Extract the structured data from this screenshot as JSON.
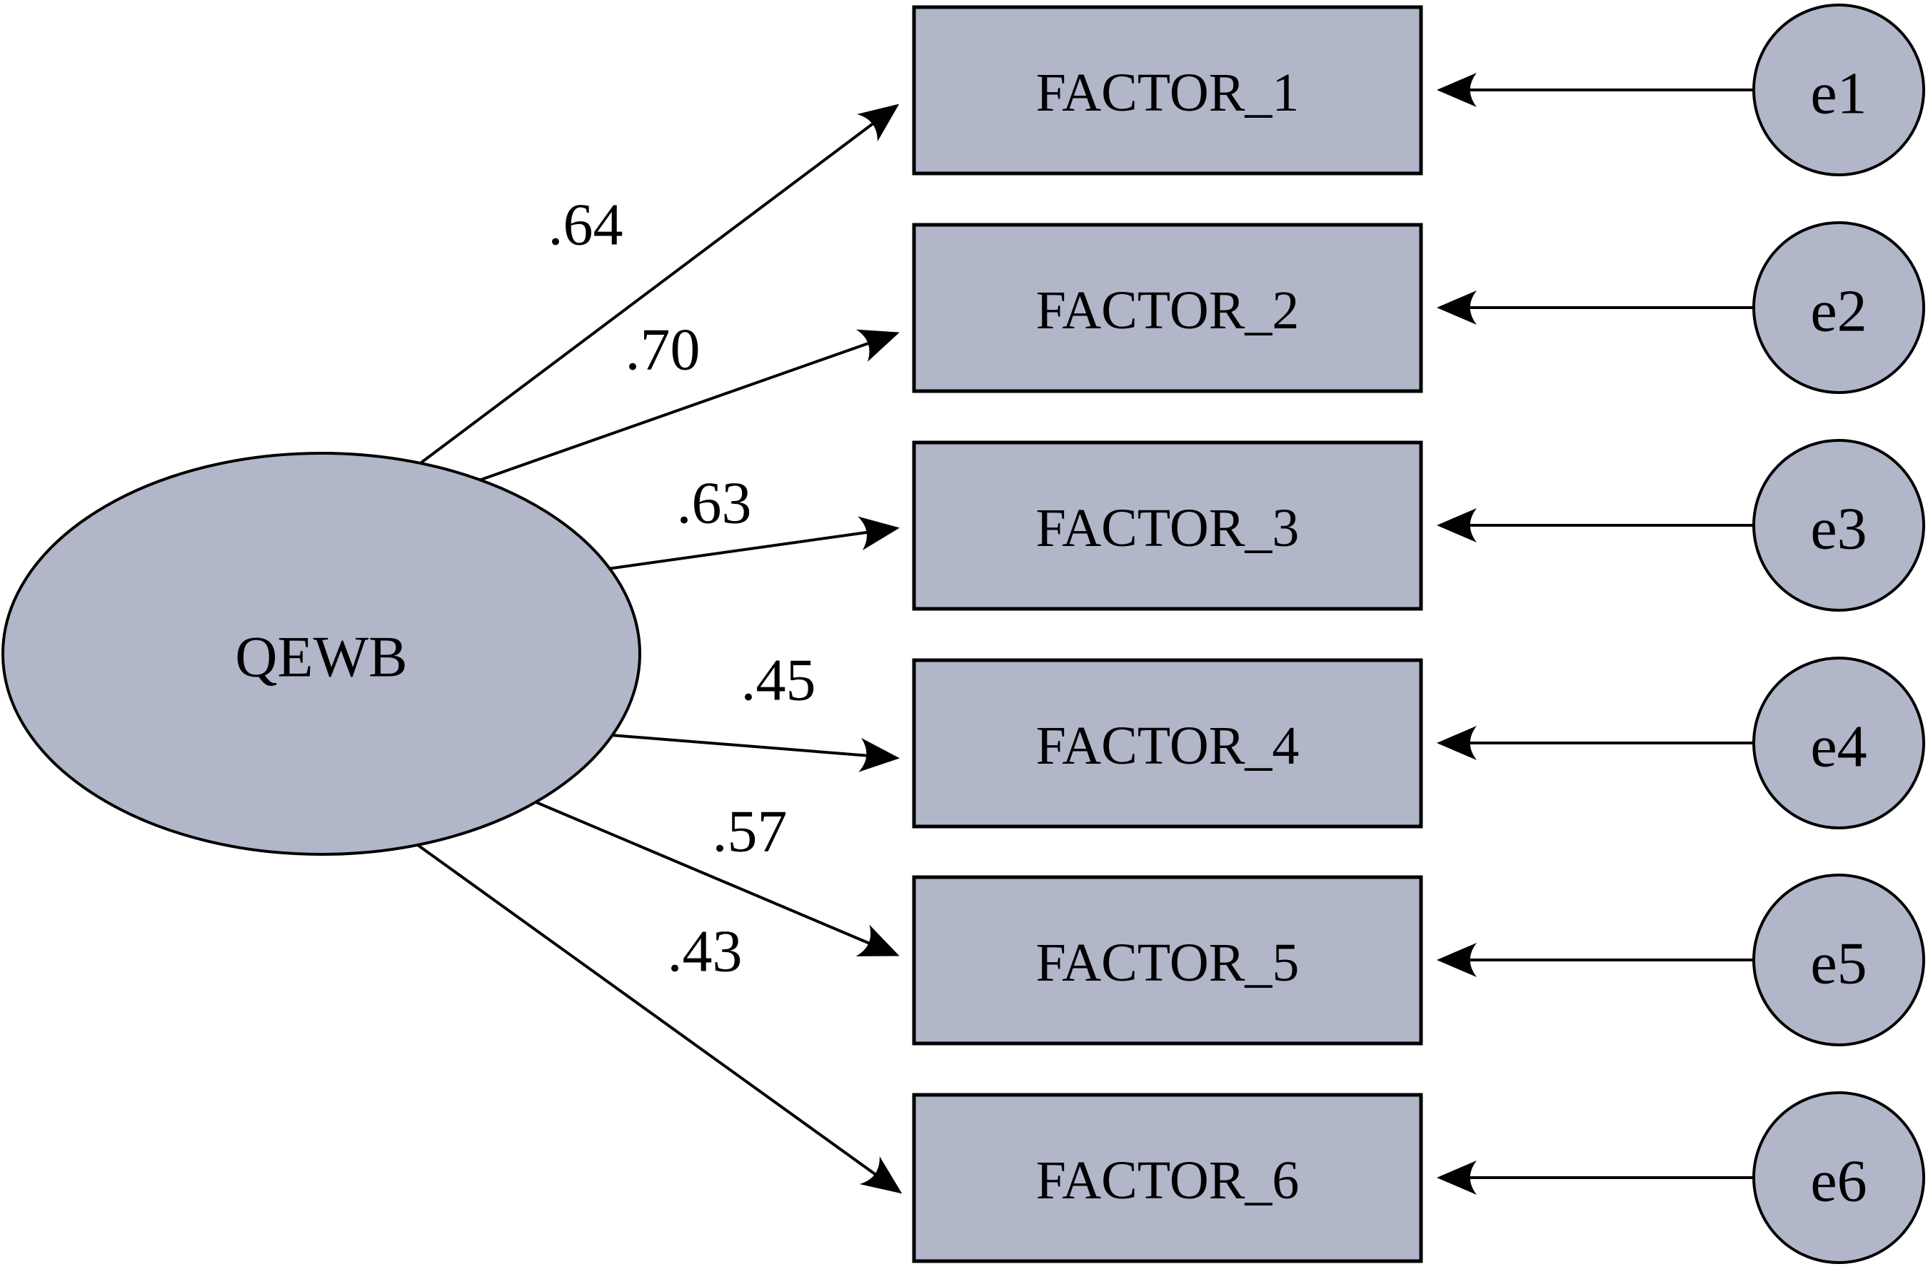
{
  "diagram": {
    "kind": "structural-equation-model-path-diagram",
    "latent": {
      "label": "QEWB"
    },
    "factors": [
      {
        "label": "FACTOR_1",
        "loading": ".64",
        "error_label": "e1"
      },
      {
        "label": "FACTOR_2",
        "loading": ".70",
        "error_label": "e2"
      },
      {
        "label": "FACTOR_3",
        "loading": ".63",
        "error_label": "e3"
      },
      {
        "label": "FACTOR_4",
        "loading": ".45",
        "error_label": "e4"
      },
      {
        "label": "FACTOR_5",
        "loading": ".57",
        "error_label": "e5"
      },
      {
        "label": "FACTOR_6",
        "loading": ".43",
        "error_label": "e6"
      }
    ],
    "colors": {
      "node_fill": "#b1b6c9",
      "node_stroke": "#000000",
      "edge": "#000000",
      "text": "#000000",
      "background": "#ffffff"
    }
  }
}
